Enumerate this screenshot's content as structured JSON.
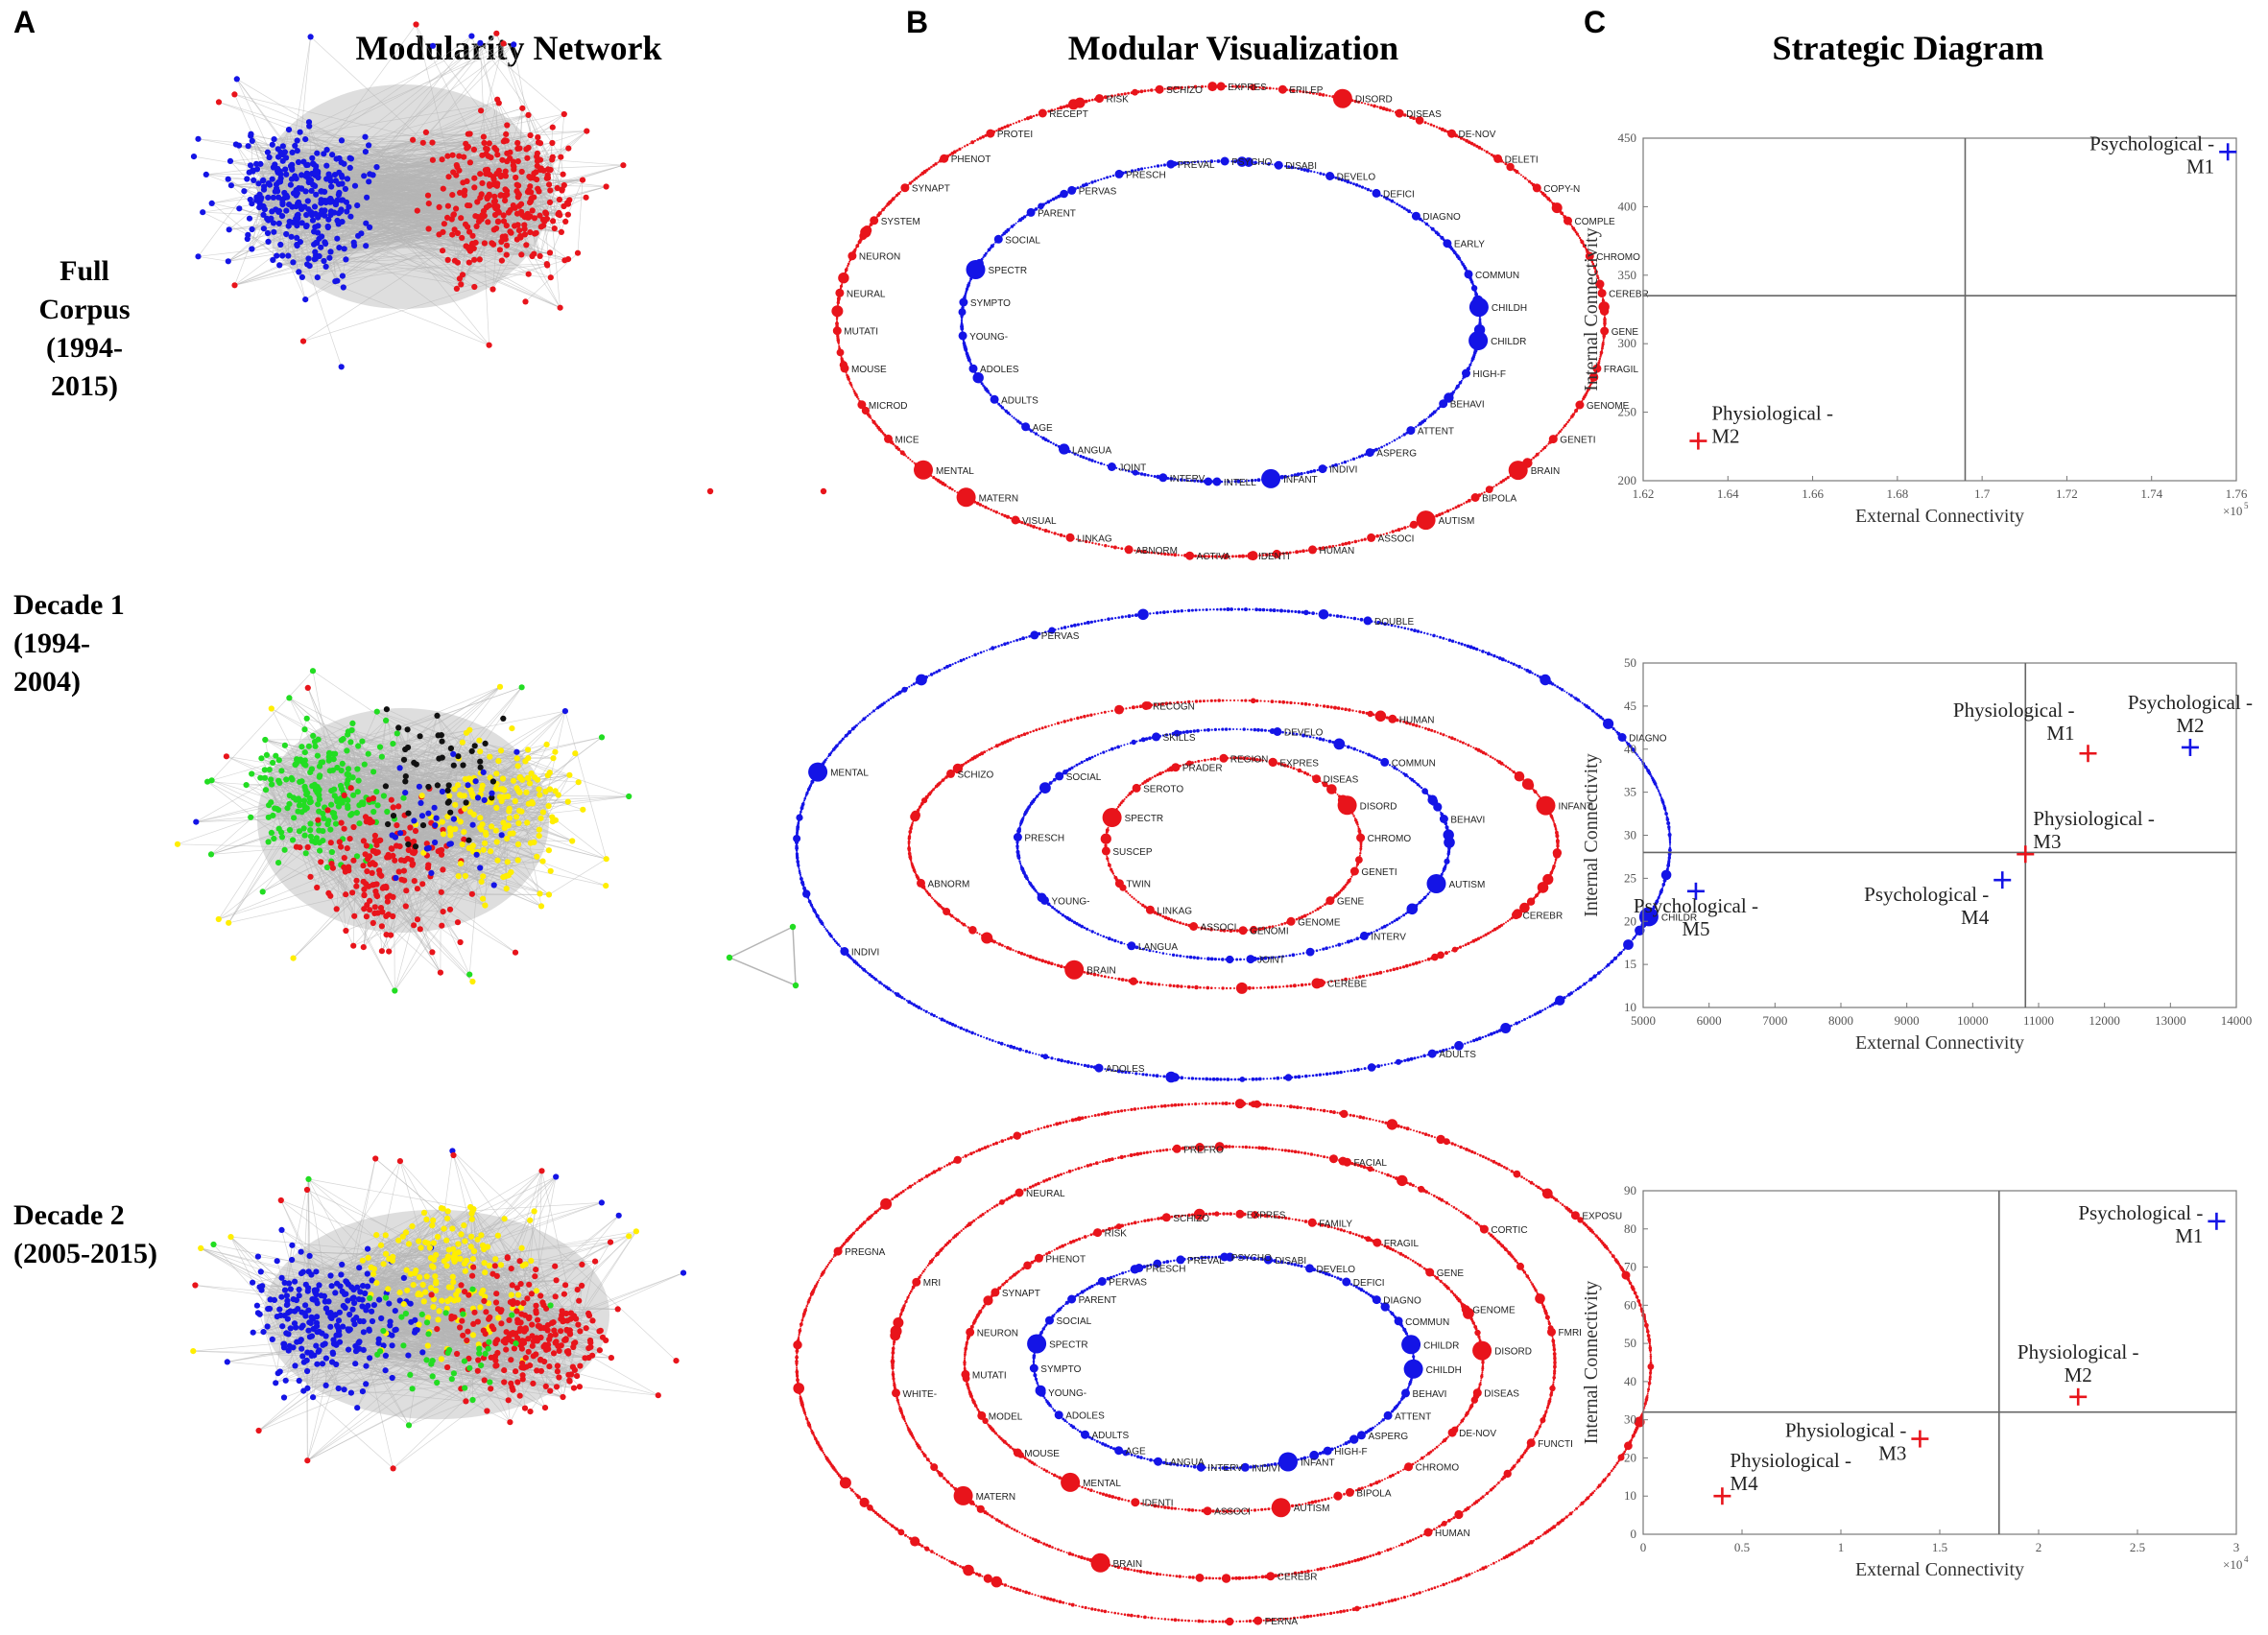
{
  "panels": {
    "a": {
      "letter": "A",
      "title": "Modularity Network"
    },
    "b": {
      "letter": "B",
      "title": "Modular Visualization"
    },
    "c": {
      "letter": "C",
      "title": "Strategic Diagram"
    }
  },
  "rows": [
    {
      "label_lines": [
        "Full",
        "Corpus",
        "(1994-",
        "2015)"
      ]
    },
    {
      "label_lines": [
        "Decade 1",
        "(1994-",
        "2004)"
      ]
    },
    {
      "label_lines": [
        "Decade 2",
        "(2005-2015)"
      ]
    }
  ],
  "colors": {
    "red": "#e8141b",
    "blue": "#1414e6",
    "green": "#22dd22",
    "yellow": "#ffee00",
    "black": "#111111",
    "edge": "#b5b5b5",
    "axis": "#777777"
  },
  "networks": [
    {
      "modules": [
        "blue",
        "red"
      ],
      "isolated_nodes": 2
    },
    {
      "modules": [
        "green",
        "red",
        "yellow",
        "black",
        "blue"
      ],
      "isolated_triangle": true
    },
    {
      "modules": [
        "blue",
        "yellow",
        "red",
        "green"
      ]
    }
  ],
  "modular_visualizations": [
    {
      "rings": [
        {
          "color": "red",
          "labels": [
            "EXPRES",
            "EPILEP",
            "DISORD",
            "DISEAS",
            "DE-NOV",
            "DELETI",
            "COPY-N",
            "COMPLE",
            "CHROMO",
            "CEREBR",
            "GENE",
            "FRAGIL",
            "GENOME",
            "GENETI",
            "BRAIN",
            "BIPOLA",
            "AUTISM",
            "ASSOCI",
            "HUMAN",
            "IDENTI",
            "ACTIVA",
            "ABNORM",
            "LINKAG",
            "VISUAL",
            "MATERN",
            "MENTAL",
            "MICE",
            "MICROD",
            "MOUSE",
            "MUTATI",
            "NEURAL",
            "NEURON",
            "SYSTEM",
            "SYNAPT",
            "PHENOT",
            "PROTEI",
            "RECEPT",
            "RISK",
            "SCHIZO"
          ]
        },
        {
          "color": "blue",
          "labels": [
            "DISABI",
            "DEVELO",
            "DEFICI",
            "DIAGNO",
            "EARLY",
            "COMMUN",
            "CHILDH",
            "CHILDR",
            "HIGH-F",
            "BEHAVI",
            "ATTENT",
            "ASPERG",
            "INDIVI",
            "INFANT",
            "INTELL",
            "INTERV",
            "JOINT",
            "LANGUA",
            "AGE",
            "ADULTS",
            "ADOLES",
            "YOUNG-",
            "SYMPTO",
            "SPECTR",
            "SOCIAL",
            "PARENT",
            "PERVAS",
            "PRESCH",
            "PREVAL",
            "PSYCHO"
          ]
        }
      ]
    },
    {
      "rings": [
        {
          "color": "blue",
          "labels": [
            "DOUBLE",
            "DIAGNO",
            "CHILDR",
            "ADULTS",
            "ADOLES",
            "INDIVI",
            "MENTAL",
            "PERVAS"
          ]
        },
        {
          "color": "red",
          "labels": [
            "HUMAN",
            "INFANT",
            "CEREBR",
            "CEREBE",
            "BRAIN",
            "ABNORM",
            "SCHIZO",
            "RECOGN"
          ]
        },
        {
          "color": "blue",
          "labels": [
            "DEVELO",
            "COMMUN",
            "BEHAVI",
            "AUTISM",
            "INTERV",
            "JOINT",
            "LANGUA",
            "YOUNG-",
            "PRESCH",
            "SOCIAL",
            "SKILLS"
          ]
        },
        {
          "color": "red",
          "labels": [
            "EXPRES",
            "DISEAS",
            "DISORD",
            "CHROMO",
            "GENETI",
            "GENE",
            "GENOME",
            "GENOMI",
            "ASSOCI",
            "LINKAG",
            "TWIN",
            "SUSCEP",
            "SPECTR",
            "SEROTO",
            "PRADER",
            "REGION"
          ]
        }
      ]
    },
    {
      "rings": [
        {
          "color": "red",
          "labels": [
            "EXPOSU",
            "PERNA",
            "PREGNA"
          ]
        },
        {
          "color": "red",
          "labels": [
            "FACIAL",
            "CORTIC",
            "FMRI",
            "FUNCTI",
            "HUMAN",
            "CEREBR",
            "BRAIN",
            "MATERN",
            "WHITE-",
            "MRI",
            "NEURAL",
            "PREFRO"
          ]
        },
        {
          "color": "red",
          "labels": [
            "EXPRES",
            "FAMILY",
            "FRAGIL",
            "GENE",
            "GENOME",
            "DISORD",
            "DISEAS",
            "DE-NOV",
            "CHROMO",
            "BIPOLA",
            "AUTISM",
            "ASSOCI",
            "IDENTI",
            "MENTAL",
            "MOUSE",
            "MODEL",
            "MUTATI",
            "NEURON",
            "SYNAPT",
            "PHENOT",
            "RISK",
            "SCHIZO"
          ]
        },
        {
          "color": "blue",
          "labels": [
            "DISABI",
            "DEVELO",
            "DEFICI",
            "DIAGNO",
            "COMMUN",
            "CHILDR",
            "CHILDH",
            "BEHAVI",
            "ATTENT",
            "ASPERG",
            "HIGH-F",
            "INFANT",
            "INDIVI",
            "INTERV",
            "LANGUA",
            "AGE",
            "ADULTS",
            "ADOLES",
            "YOUNG-",
            "SYMPTO",
            "SPECTR",
            "SOCIAL",
            "PARENT",
            "PERVAS",
            "PRESCH",
            "PREVAL",
            "PSYCHO"
          ]
        }
      ]
    }
  ],
  "chart_data": [
    {
      "type": "scatter",
      "title": "",
      "xlabel": "External Connectivity",
      "ylabel": "Internal Connectivity",
      "x_exponent_label": "×10",
      "x_exponent_power": "5",
      "xlim": [
        1.62,
        1.76
      ],
      "ylim": [
        200,
        450
      ],
      "xticks": [
        1.62,
        1.64,
        1.66,
        1.68,
        1.7,
        1.72,
        1.74,
        1.76
      ],
      "yticks": [
        200,
        250,
        300,
        350,
        400,
        450
      ],
      "reference_lines": {
        "x": 1.696,
        "y": 335
      },
      "points": [
        {
          "label_lines": [
            "Psychological -",
            "M1"
          ],
          "x": 1.758,
          "y": 440,
          "color": "blue",
          "label_side": "left"
        },
        {
          "label_lines": [
            "Physiological -",
            "M2"
          ],
          "x": 1.633,
          "y": 229,
          "color": "red",
          "label_side": "right"
        }
      ]
    },
    {
      "type": "scatter",
      "title": "",
      "xlabel": "External Connectivity",
      "ylabel": "Internal Connectivity",
      "xlim": [
        5000,
        14000
      ],
      "ylim": [
        10,
        50
      ],
      "xticks": [
        5000,
        6000,
        7000,
        8000,
        9000,
        10000,
        11000,
        12000,
        13000,
        14000
      ],
      "yticks": [
        10,
        15,
        20,
        25,
        30,
        35,
        40,
        45,
        50
      ],
      "reference_lines": {
        "x": 10800,
        "y": 28
      },
      "points": [
        {
          "label_lines": [
            "Physiological -",
            "M1"
          ],
          "x": 11750,
          "y": 39.5,
          "color": "red",
          "label_side": "above-left"
        },
        {
          "label_lines": [
            "Psychological -",
            "M2"
          ],
          "x": 13300,
          "y": 40.2,
          "color": "blue",
          "label_side": "above"
        },
        {
          "label_lines": [
            "Physiological -",
            "M3"
          ],
          "x": 10800,
          "y": 27.8,
          "color": "red",
          "label_side": "above-right"
        },
        {
          "label_lines": [
            "Psychological -",
            "M4"
          ],
          "x": 10450,
          "y": 24.8,
          "color": "blue",
          "label_side": "below-left"
        },
        {
          "label_lines": [
            "Psychological -",
            "M5"
          ],
          "x": 5800,
          "y": 23.5,
          "color": "blue",
          "label_side": "below"
        }
      ]
    },
    {
      "type": "scatter",
      "title": "",
      "xlabel": "External Connectivity",
      "ylabel": "Internal Connectivity",
      "x_exponent_label": "×10",
      "x_exponent_power": "4",
      "xlim": [
        0,
        3
      ],
      "ylim": [
        0,
        90
      ],
      "xticks": [
        0,
        0.5,
        1,
        1.5,
        2,
        2.5,
        3
      ],
      "yticks": [
        0,
        10,
        20,
        30,
        40,
        50,
        60,
        70,
        80,
        90
      ],
      "reference_lines": {
        "x": 1.8,
        "y": 32
      },
      "points": [
        {
          "label_lines": [
            "Psychological -",
            "M1"
          ],
          "x": 2.9,
          "y": 82,
          "color": "blue",
          "label_side": "left"
        },
        {
          "label_lines": [
            "Physiological -",
            "M2"
          ],
          "x": 2.2,
          "y": 36,
          "color": "red",
          "label_side": "above"
        },
        {
          "label_lines": [
            "Physiological -",
            "M3"
          ],
          "x": 1.4,
          "y": 25,
          "color": "red",
          "label_side": "left"
        },
        {
          "label_lines": [
            "Physiological -",
            "M4"
          ],
          "x": 0.4,
          "y": 10,
          "color": "red",
          "label_side": "above-right"
        }
      ]
    }
  ]
}
